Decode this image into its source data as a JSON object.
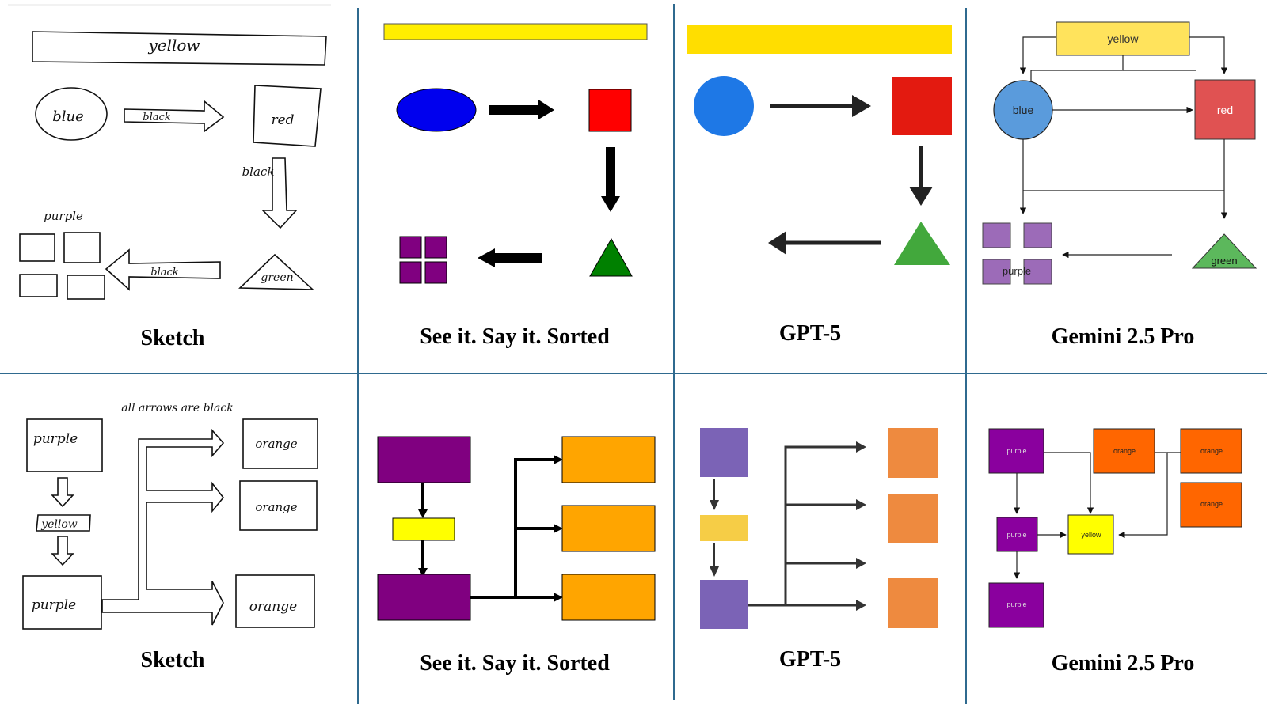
{
  "captions": {
    "top": [
      "Sketch",
      "See it. Say it. Sorted",
      "GPT-5",
      "Gemini 2.5 Pro"
    ],
    "bottom": [
      "Sketch",
      "See it. Say it. Sorted",
      "GPT-5",
      "Gemini 2.5 Pro"
    ]
  },
  "top_sketch": {
    "yellow": "yellow",
    "blue": "blue",
    "black1": "black",
    "red": "red",
    "black2": "black",
    "purple": "purple",
    "black3": "black",
    "green": "green"
  },
  "top_gemini": {
    "yellow": "yellow",
    "blue": "blue",
    "red": "red",
    "purple": "purple",
    "green": "green"
  },
  "bottom_sketch": {
    "note": "all arrows are black",
    "purple1": "purple",
    "yellow": "yellow",
    "purple2": "purple",
    "orange1": "orange",
    "orange2": "orange",
    "orange3": "orange"
  },
  "bottom_gemini": {
    "purple1": "purple",
    "purple2": "purple",
    "purple3": "purple",
    "yellow": "yellow",
    "orange1": "orange",
    "orange2": "orange",
    "orange3": "orange"
  },
  "colors": {
    "divider": "#2f6a8f",
    "yellow_bar": "#ffee00",
    "blue": "#0000ee",
    "red": "#ff0000",
    "purple": "#800080",
    "green": "#008000",
    "orange": "#ffa500",
    "gpt_blue": "#1e78e6",
    "gpt_red": "#e31a10",
    "gpt_yellow": "#ffde00",
    "gpt_green": "#42a83c",
    "gpt_purple": "#7b63b6",
    "gpt_orange": "#ee8a3f",
    "gpt_yellow2": "#f6cd46",
    "gem_yellow": "#ffe35c",
    "gem_blue": "#5a9bdc",
    "gem_red": "#e05252",
    "gem_purple": "#9c6bb8",
    "gem_green": "#5cb85c",
    "gem_orange": "#ff6600",
    "gem_purple2": "#8a009e",
    "gem_yellow2": "#ffff00"
  }
}
